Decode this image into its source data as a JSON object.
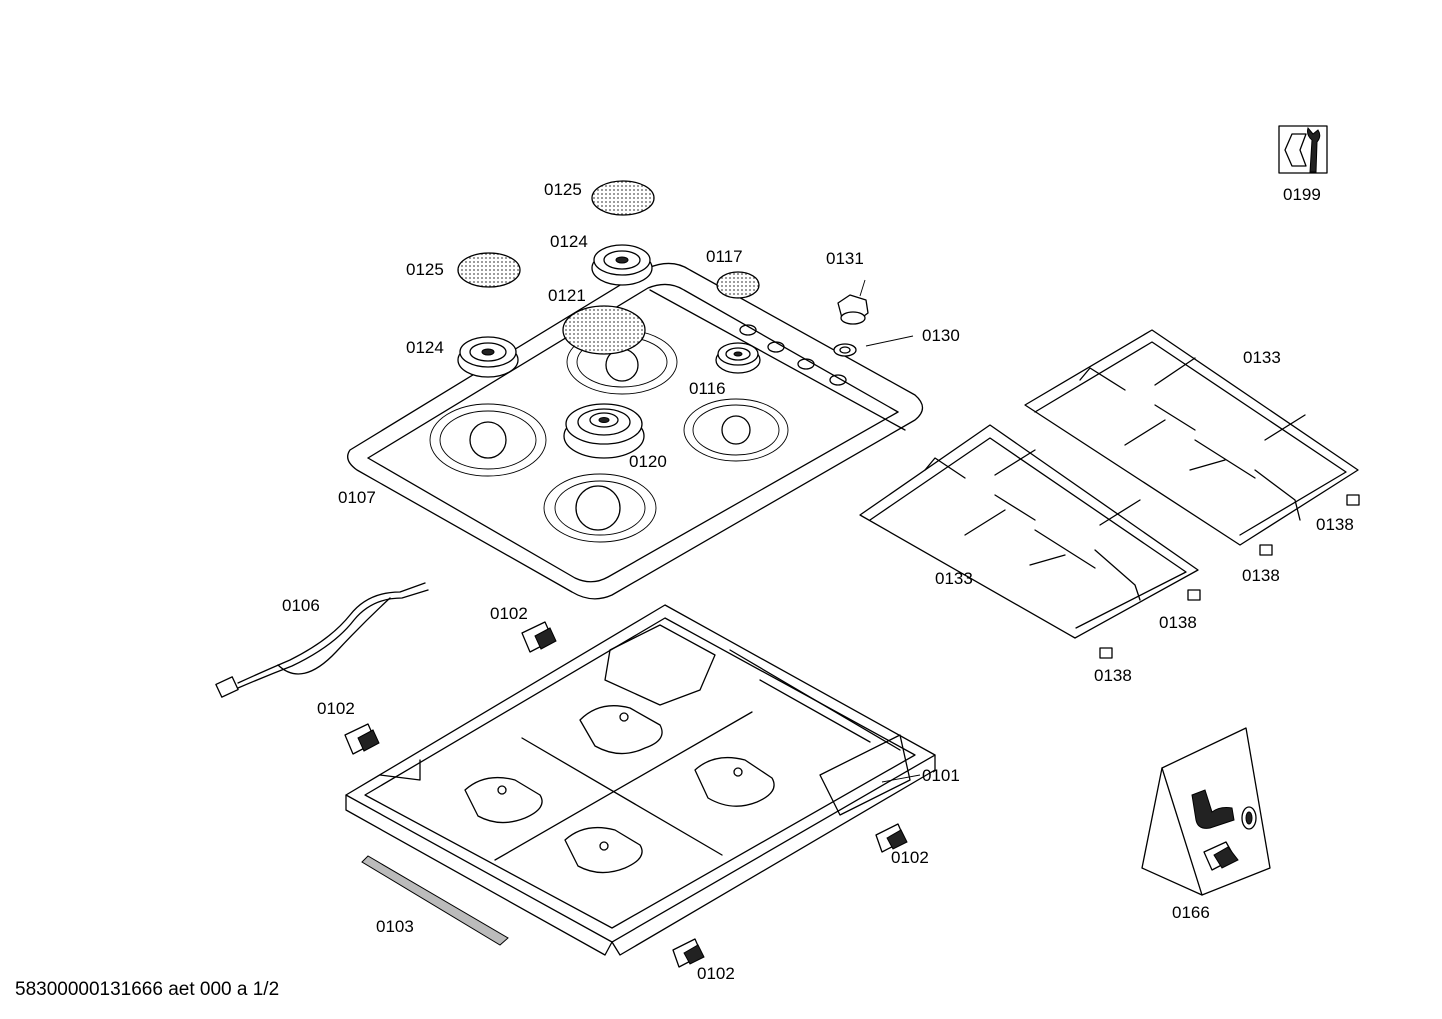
{
  "labels": {
    "p0125a": "0125",
    "p0124a": "0124",
    "p0117": "0117",
    "p0131": "0131",
    "p0125b": "0125",
    "p0121": "0121",
    "p0130": "0130",
    "p0124b": "0124",
    "p0116": "0116",
    "p0120": "0120",
    "p0107": "0107",
    "p0133a": "0133",
    "p0133b": "0133",
    "p0138a": "0138",
    "p0138b": "0138",
    "p0138c": "0138",
    "p0138d": "0138",
    "p0199": "0199",
    "p0106": "0106",
    "p0102a": "0102",
    "p0102b": "0102",
    "p0102c": "0102",
    "p0102d": "0102",
    "p0101": "0101",
    "p0103": "0103",
    "p0166": "0166"
  },
  "footer": "58300000131666 aet 000 a 1/2"
}
